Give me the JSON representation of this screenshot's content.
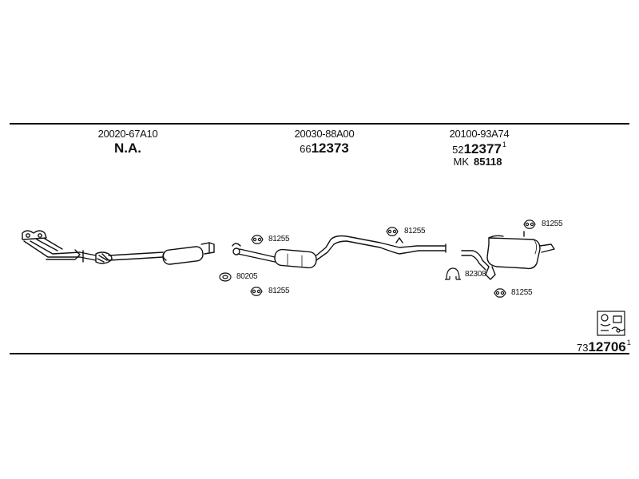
{
  "columns": [
    {
      "oe": "20020-67A10",
      "main": "N.A.",
      "prefix": "",
      "sup": ""
    },
    {
      "oe": "20030-88A00",
      "main": "12373",
      "prefix": "66",
      "sup": ""
    },
    {
      "oe": "20100-93A74",
      "main": "12377",
      "prefix": "52",
      "sup": "1",
      "mk_prefix": "MK",
      "mk_number": "85118"
    }
  ],
  "fittings": [
    {
      "code": "81255",
      "icon": "gasket-icon"
    },
    {
      "code": "80205",
      "icon": "ring-icon"
    },
    {
      "code": "81255",
      "icon": "gasket-icon"
    },
    {
      "code": "81255",
      "icon": "gasket-icon"
    },
    {
      "code": "82308",
      "icon": "clamp-icon"
    },
    {
      "code": "81255",
      "icon": "gasket-icon"
    },
    {
      "code": "81255",
      "icon": "gasket-icon"
    }
  ],
  "bottom_ref": {
    "prefix": "73",
    "main": "12706",
    "sup": "1"
  },
  "colors": {
    "ink": "#111111",
    "background": "#ffffff"
  }
}
